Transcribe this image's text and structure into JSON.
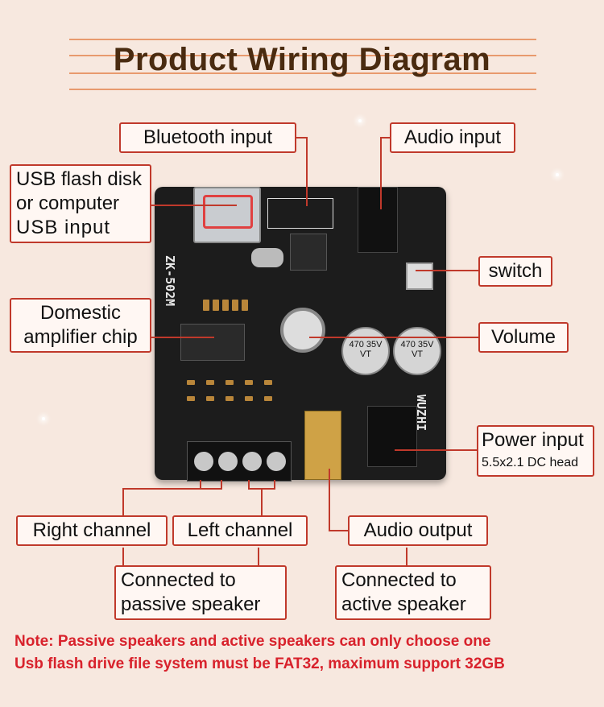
{
  "title": "Product Wiring Diagram",
  "labels": {
    "bluetooth_input": "Bluetooth input",
    "audio_input": "Audio input",
    "usb_input": [
      "USB flash disk",
      "or computer",
      "USB input"
    ],
    "switch": "switch",
    "amplifier_chip": [
      "Domestic",
      "amplifier chip"
    ],
    "volume": "Volume",
    "power_input": [
      "Power input",
      "5.5x2.1 DC head"
    ],
    "right_channel": "Right channel",
    "left_channel": "Left channel",
    "audio_output": "Audio output",
    "passive_speaker": [
      "Connected to",
      "passive speaker"
    ],
    "active_speaker": [
      "Connected to",
      "active speaker"
    ]
  },
  "board": {
    "model": "ZK-502M",
    "brand": "WUZHI",
    "capacitors": [
      "470 35V VT",
      "470 35V VT"
    ]
  },
  "notes": [
    "Note: Passive speakers and active speakers can only choose one",
    "Usb flash drive file system must be FAT32, maximum support 32GB"
  ],
  "colors": {
    "background": "#f7e8df",
    "accent_line": "#e89a6e",
    "label_border": "#c0392b",
    "note_text": "#d8222c",
    "title_text": "#4a2b10"
  }
}
